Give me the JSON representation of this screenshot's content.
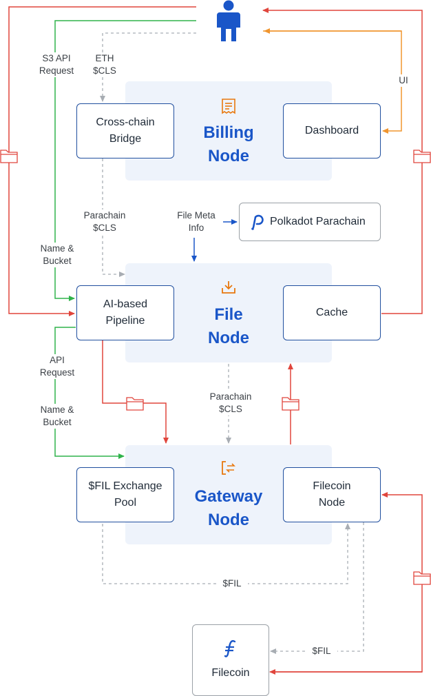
{
  "nodes": {
    "billing": {
      "title": "Billing\nNode",
      "icon": "receipt-icon",
      "icon_color": "#e8770c"
    },
    "file": {
      "title": "File\nNode",
      "icon": "download-tray-icon",
      "icon_color": "#e8770c"
    },
    "gateway": {
      "title": "Gateway\nNode",
      "icon": "exchange-bracket-icon",
      "icon_color": "#e8770c"
    }
  },
  "boxes": {
    "cross_chain_bridge": "Cross-chain\nBridge",
    "dashboard": "Dashboard",
    "polkadot_parachain": "Polkadot Parachain",
    "ai_pipeline": "AI-based\nPipeline",
    "cache": "Cache",
    "fil_exchange_pool": "$FIL Exchange\nPool",
    "filecoin_node": "Filecoin\nNode",
    "filecoin": "Filecoin"
  },
  "labels": {
    "s3_api_request": "S3 API\nRequest",
    "eth_cls": "ETH\n$CLS",
    "ui": "UI",
    "parachain_cls_top": "Parachain\n$CLS",
    "file_meta_info": "File Meta\nInfo",
    "name_bucket_top": "Name &\nBucket",
    "api_request": "API\nRequest",
    "name_bucket_bottom": "Name &\nBucket",
    "parachain_cls_mid": "Parachain\n$CLS",
    "fil_mid": "$FIL",
    "fil_bottom": "$FIL"
  },
  "icons": {
    "user": "user-icon",
    "polkadot": "polkadot-logo-icon",
    "filecoin": "filecoin-logo-icon",
    "file_packet": "folder-icon"
  },
  "colors": {
    "red": "#e0453c",
    "green": "#2fb34a",
    "orange": "#f0952e",
    "blue": "#1a56c8",
    "gray_dashed": "#a8adb3",
    "panel": "#eef3fb",
    "box_border": "#1f4e9e"
  }
}
